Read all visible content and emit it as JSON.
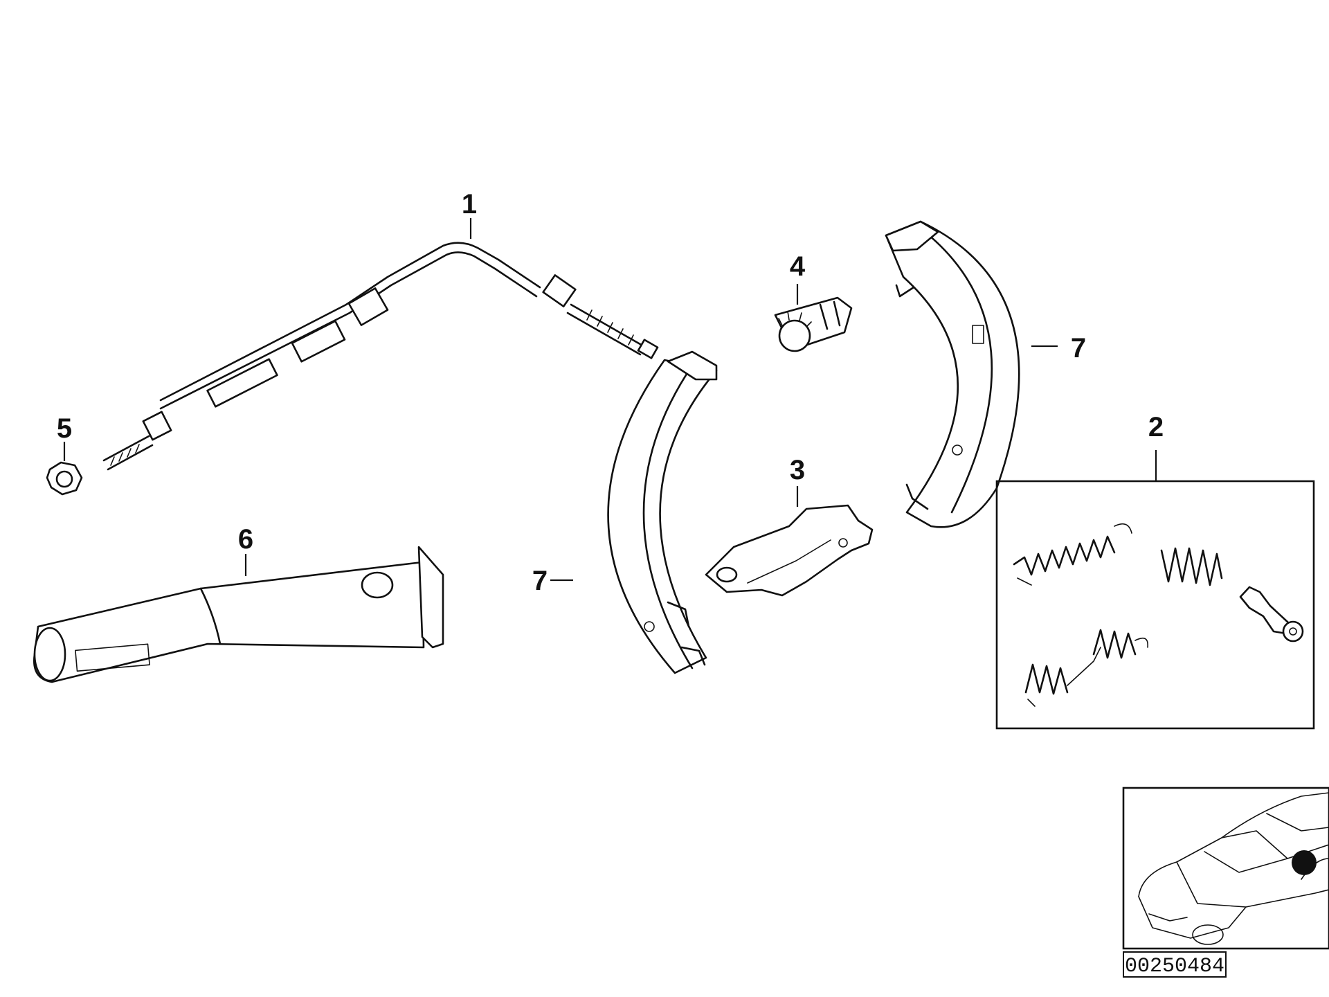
{
  "callouts": {
    "c1": "1",
    "c2": "2",
    "c3": "3",
    "c4": "4",
    "c5": "5",
    "c6": "6",
    "c7a": "7",
    "c7b": "7"
  },
  "reference_number": "00250484"
}
